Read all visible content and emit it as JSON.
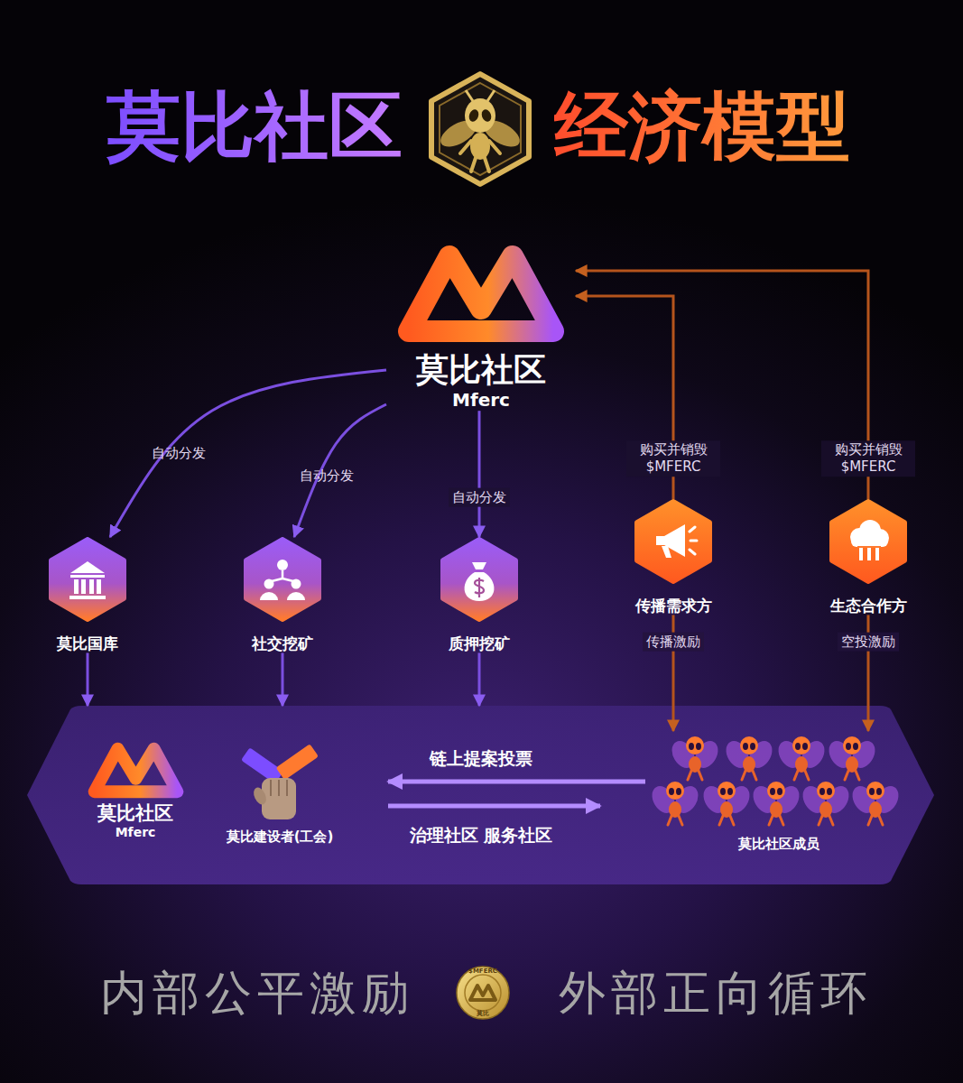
{
  "diagram": {
    "title": "莫比社区",
    "nodes": [
      {
        "text": [
          "莫比社区",
          "Mferc"
        ]
      },
      {
        "text": [
          "莫比国库"
        ]
      },
      {
        "text": [
          "社交挖矿"
        ]
      },
      {
        "text": [
          "质押挖矿"
        ]
      },
      {
        "text": [
          "传播需求方"
        ]
      },
      {
        "text": [
          "生态合作方"
        ]
      },
      {
        "text": []
      },
      {
        "text": [
          "莫比社区",
          "Mferc"
        ],
        "in": 6
      },
      {
        "text": [
          "莫比建设者(工会)"
        ],
        "in": 6
      },
      {
        "text": [
          "莫比社区成员"
        ],
        "in": 6
      }
    ],
    "edges": [
      {
        "from": 0,
        "to": 1,
        "label": "自动分发",
        "arrow": "to"
      },
      {
        "from": 0,
        "to": 2,
        "label": "自动分发",
        "arrow": "to"
      },
      {
        "from": 0,
        "to": 3,
        "label": "自动分发",
        "arrow": "to"
      },
      {
        "from": 4,
        "to": 0,
        "label": "购买并销毁 $MFERC",
        "arrow": "to"
      },
      {
        "from": 5,
        "to": 0,
        "label": "购买并销毁 $MFERC",
        "arrow": "to"
      },
      {
        "from": 4,
        "to": 9,
        "label": "传播激励",
        "arrow": "to"
      },
      {
        "from": 5,
        "to": 9,
        "label": "空投激励",
        "arrow": "to"
      },
      {
        "from": 1,
        "to": 6,
        "arrow": "to"
      },
      {
        "from": 2,
        "to": 6,
        "arrow": "to"
      },
      {
        "from": 3,
        "to": 6,
        "arrow": "to"
      },
      {
        "from": 9,
        "to": 8,
        "label": "链上提案投票",
        "arrow": "to"
      },
      {
        "from": 8,
        "to": 9,
        "label": "治理社区 服务社区",
        "arrow": "to"
      }
    ],
    "labels": [
      "经济模型",
      "$MFERC",
      "莫比",
      "内部公平激励",
      "外部正向循环"
    ]
  }
}
